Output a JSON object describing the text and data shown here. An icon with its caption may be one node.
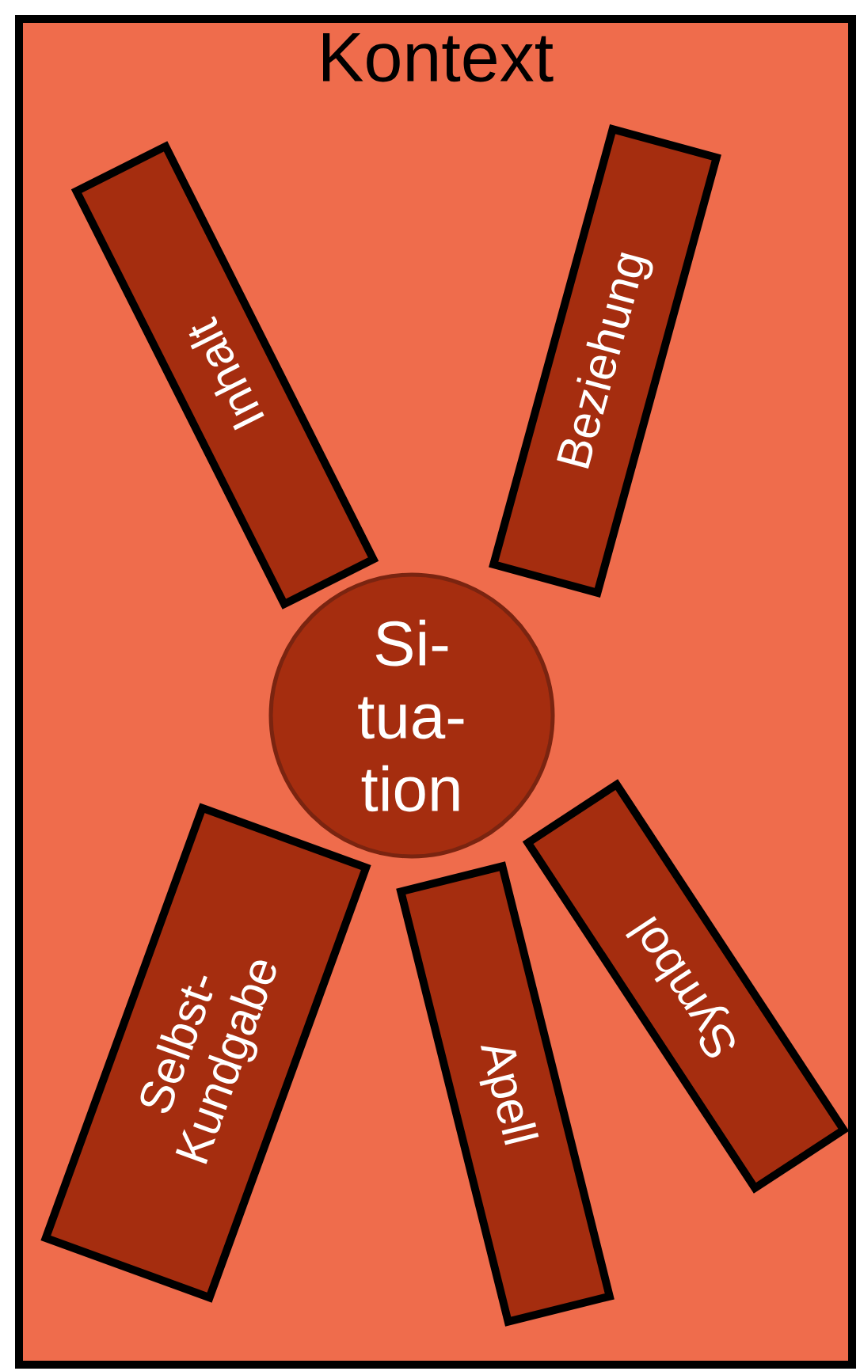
{
  "diagram": {
    "nodes": [
      {
        "text": [
          "Kontext"
        ]
      },
      {
        "text": [
          "Inhalt"
        ],
        "in": 0
      },
      {
        "text": [
          "Beziehung"
        ],
        "in": 0
      },
      {
        "text": [
          "Si- tua- tion"
        ],
        "in": 0
      },
      {
        "text": [
          "Selbst- Kundgabe"
        ],
        "in": 0
      },
      {
        "text": [
          "Apell"
        ],
        "in": 0
      },
      {
        "text": [
          "Symbol"
        ],
        "in": 0
      }
    ]
  }
}
